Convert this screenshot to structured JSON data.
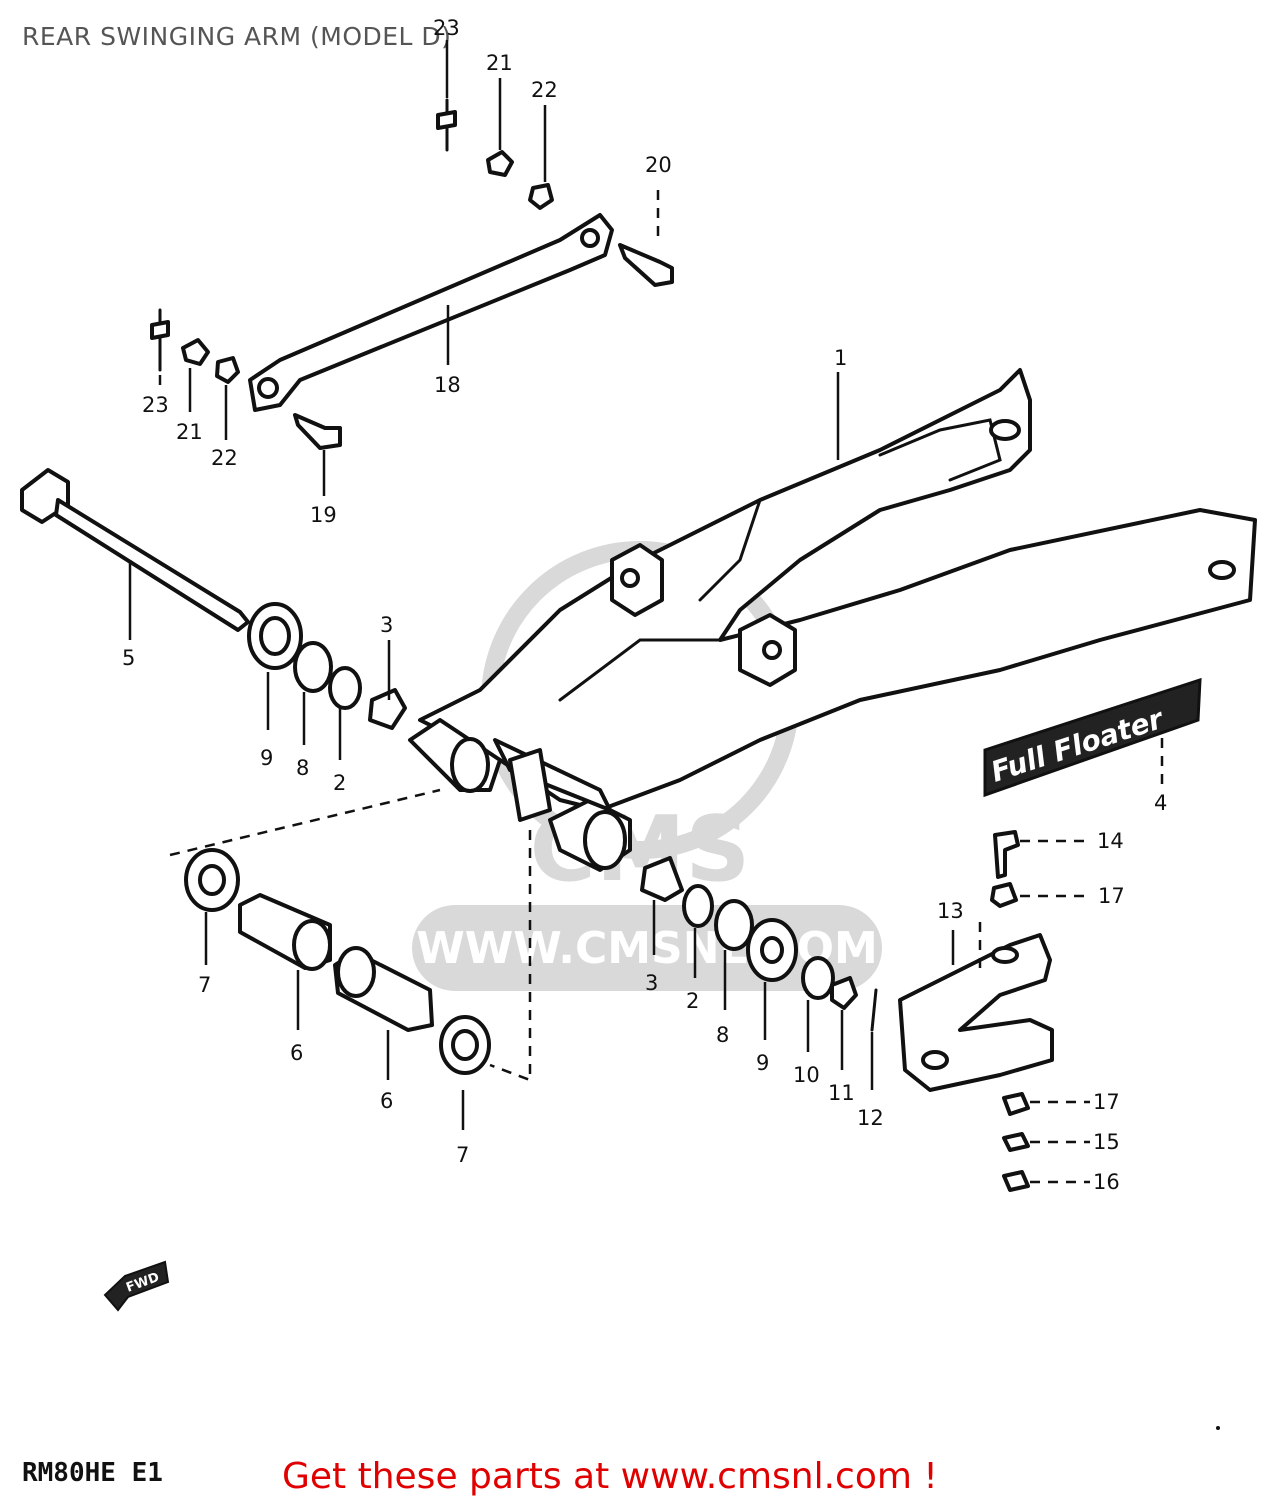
{
  "title": "REAR SWINGING ARM (MODEL D)",
  "footer_code": "RM80HE E1",
  "cta_text": "Get these parts at www.cmsnl.com !",
  "watermark_text": "WWW.CMSNL.COM",
  "watermark_logo": "CMS",
  "decal_text": "Full Floater",
  "fwd_text": "FWD",
  "colors": {
    "cta": "#e00000",
    "title": "#555555",
    "watermark": "#d9d9d9"
  },
  "callouts": [
    {
      "key": "c-1",
      "label": "1"
    },
    {
      "key": "c-2a",
      "label": "2"
    },
    {
      "key": "c-2b",
      "label": "2"
    },
    {
      "key": "c-3a",
      "label": "3"
    },
    {
      "key": "c-3b",
      "label": "3"
    },
    {
      "key": "c-4",
      "label": "4"
    },
    {
      "key": "c-5",
      "label": "5"
    },
    {
      "key": "c-6a",
      "label": "6"
    },
    {
      "key": "c-6b",
      "label": "6"
    },
    {
      "key": "c-7a",
      "label": "7"
    },
    {
      "key": "c-7b",
      "label": "7"
    },
    {
      "key": "c-8a",
      "label": "8"
    },
    {
      "key": "c-8b",
      "label": "8"
    },
    {
      "key": "c-9a",
      "label": "9"
    },
    {
      "key": "c-9b",
      "label": "9"
    },
    {
      "key": "c-10",
      "label": "10"
    },
    {
      "key": "c-11",
      "label": "11"
    },
    {
      "key": "c-12",
      "label": "12"
    },
    {
      "key": "c-13",
      "label": "13"
    },
    {
      "key": "c-14",
      "label": "14"
    },
    {
      "key": "c-15",
      "label": "15"
    },
    {
      "key": "c-16",
      "label": "16"
    },
    {
      "key": "c-17a",
      "label": "17"
    },
    {
      "key": "c-17b",
      "label": "17"
    },
    {
      "key": "c-18",
      "label": "18"
    },
    {
      "key": "c-19",
      "label": "19"
    },
    {
      "key": "c-20",
      "label": "20"
    },
    {
      "key": "c-21a",
      "label": "21"
    },
    {
      "key": "c-21b",
      "label": "21"
    },
    {
      "key": "c-22a",
      "label": "22"
    },
    {
      "key": "c-22b",
      "label": "22"
    },
    {
      "key": "c-23a",
      "label": "23"
    },
    {
      "key": "c-23b",
      "label": "23"
    }
  ]
}
